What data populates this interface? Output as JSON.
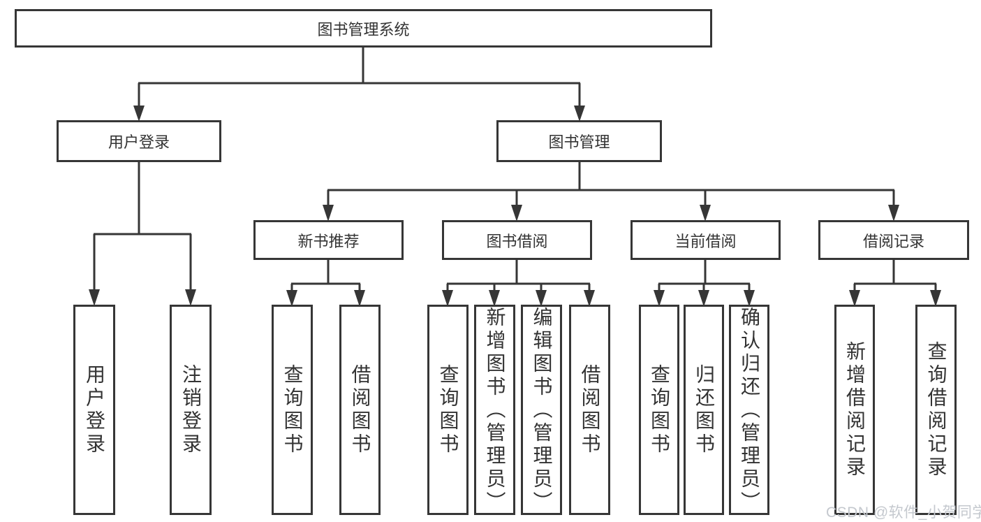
{
  "tree": {
    "root": {
      "label": "图书管理系统",
      "children": [
        {
          "label": "用户登录",
          "children": [
            {
              "label": "用户登录"
            },
            {
              "label": "注销登录"
            }
          ]
        },
        {
          "label": "图书管理",
          "children": [
            {
              "label": "新书推荐",
              "children": [
                {
                  "label": "查询图书"
                },
                {
                  "label": "借阅图书"
                }
              ]
            },
            {
              "label": "图书借阅",
              "children": [
                {
                  "label": "查询图书"
                },
                {
                  "label": "新增图书（管理员）"
                },
                {
                  "label": "编辑图书（管理员）"
                },
                {
                  "label": "借阅图书"
                }
              ]
            },
            {
              "label": "当前借阅",
              "children": [
                {
                  "label": "查询图书"
                },
                {
                  "label": "归还图书"
                },
                {
                  "label": "确认归还（管理员）"
                }
              ]
            },
            {
              "label": "借阅记录",
              "children": [
                {
                  "label": "新增借阅记录"
                },
                {
                  "label": "查询借阅记录"
                }
              ]
            }
          ]
        }
      ]
    }
  },
  "watermark": "CSDN @软件_小贺同学",
  "colors": {
    "line": "#363636",
    "text": "#333333",
    "background": "#ffffff",
    "watermark": "#c4c8ce"
  }
}
